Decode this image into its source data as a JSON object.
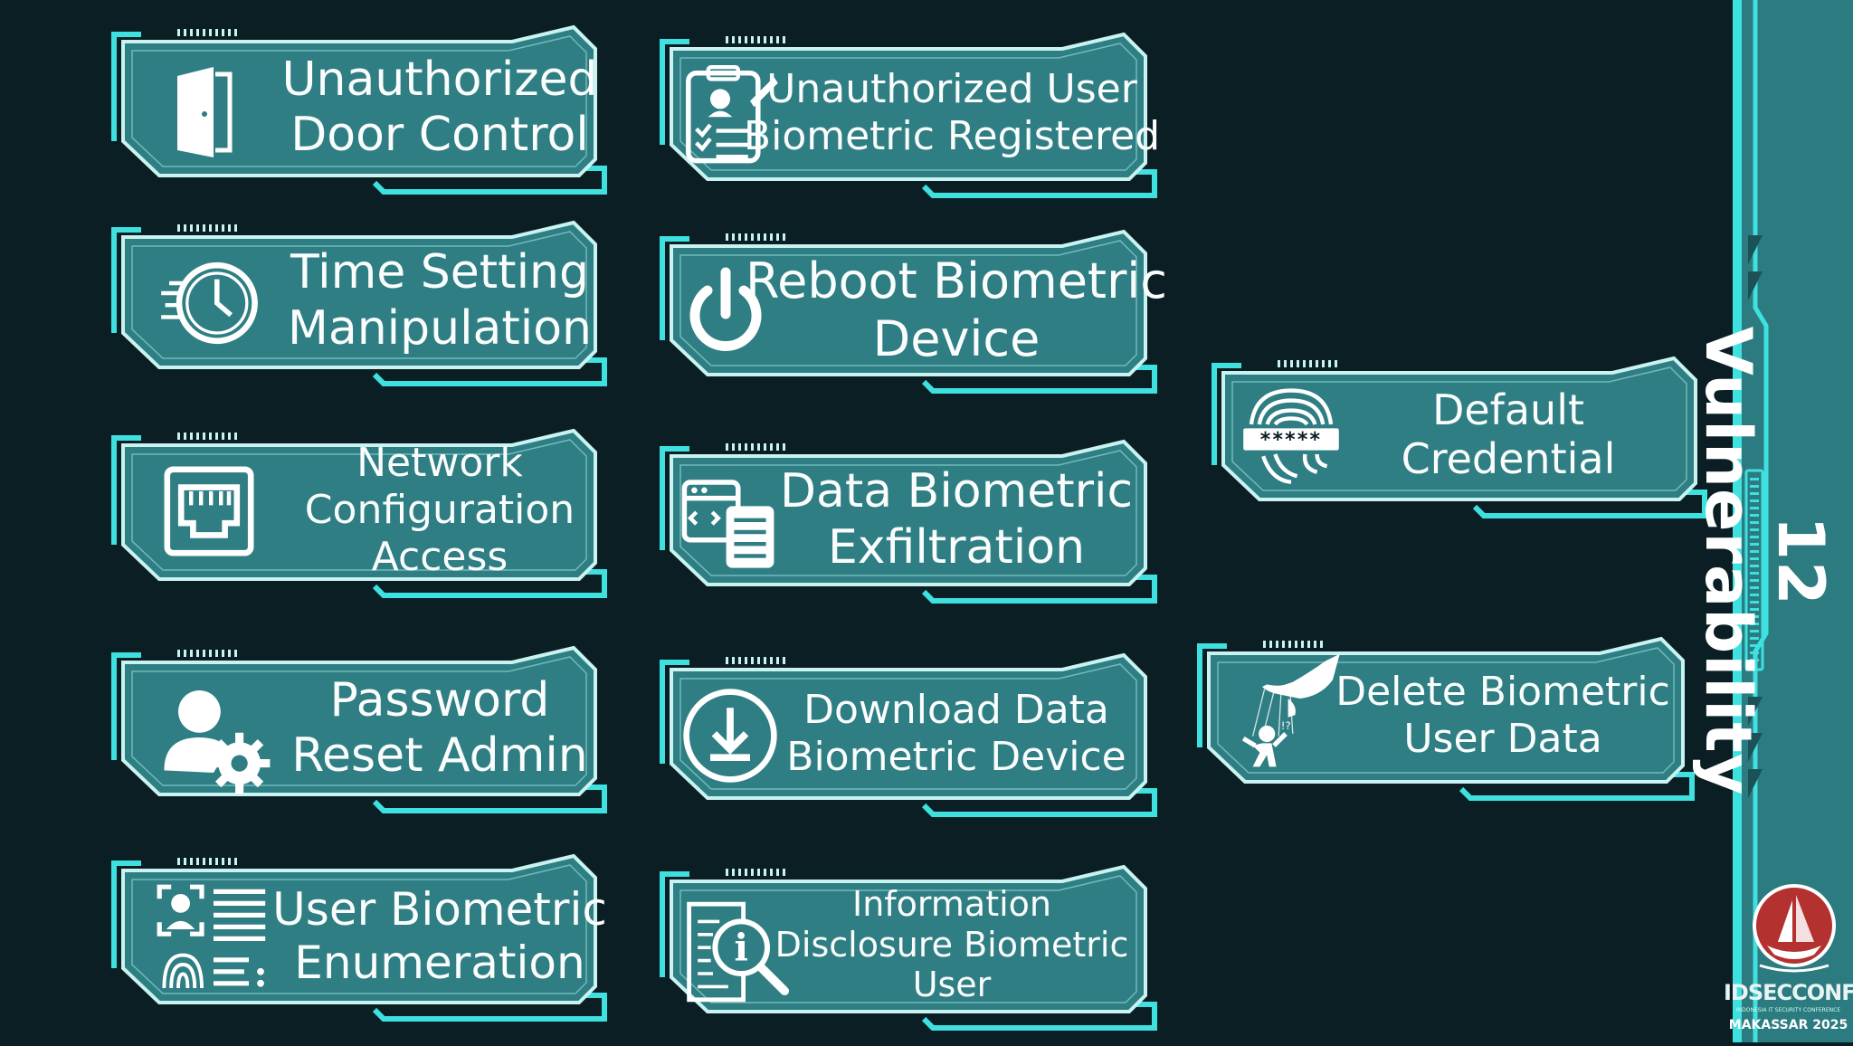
{
  "cards": [
    {
      "id": "unauthorized-door-control",
      "icon": "door-icon",
      "lines": [
        "Unauthorized",
        "Door Control"
      ]
    },
    {
      "id": "time-setting-manipulation",
      "icon": "clock-icon",
      "lines": [
        "Time Setting",
        "Manipulation"
      ]
    },
    {
      "id": "network-configuration-access",
      "icon": "ethernet-port-icon",
      "lines": [
        "Network",
        "Configuration",
        "Access"
      ]
    },
    {
      "id": "password-reset-admin",
      "icon": "user-gear-icon",
      "lines": [
        "Password",
        "Reset Admin"
      ]
    },
    {
      "id": "user-biometric-enumeration",
      "icon": "id-fingerprint-list-icon",
      "lines": [
        "User Biometric",
        "Enumeration"
      ]
    },
    {
      "id": "unauthorized-user-biometric-registered",
      "icon": "clipboard-user-checklist-icon",
      "lines": [
        "Unauthorized User",
        "Biometric Registered"
      ]
    },
    {
      "id": "reboot-biometric-device",
      "icon": "power-icon",
      "lines": [
        "Reboot Biometric",
        "Device"
      ]
    },
    {
      "id": "data-biometric-exfiltration",
      "icon": "code-window-document-icon",
      "lines": [
        "Data Biometric",
        "Exfiltration"
      ]
    },
    {
      "id": "download-data-biometric-device",
      "icon": "download-circle-icon",
      "lines": [
        "Download Data",
        "Biometric Device"
      ]
    },
    {
      "id": "information-disclosure-biometric-user",
      "icon": "document-info-magnifier-icon",
      "lines": [
        "Information",
        "Disclosure Biometric",
        "User"
      ]
    },
    {
      "id": "default-credential",
      "icon": "fingerprint-password-icon",
      "lines": [
        "Default",
        "Credential"
      ]
    },
    {
      "id": "delete-biometric-user-data",
      "icon": "puppet-hand-icon",
      "lines": [
        "Delete Biometric",
        "User Data"
      ]
    }
  ],
  "sidebar": {
    "title": "12 Vulnerability"
  },
  "logo": {
    "brand": "IDSECCONF",
    "tagline": "INDONESIA IT SECURITY CONFERENCE",
    "event": "MAKASSAR 2025"
  },
  "colors": {
    "background": "#0b1e24",
    "card_fill": "#2e7e83",
    "card_border": "#c9f3f0",
    "accent": "#3fe0e0",
    "text": "#ffffff"
  }
}
